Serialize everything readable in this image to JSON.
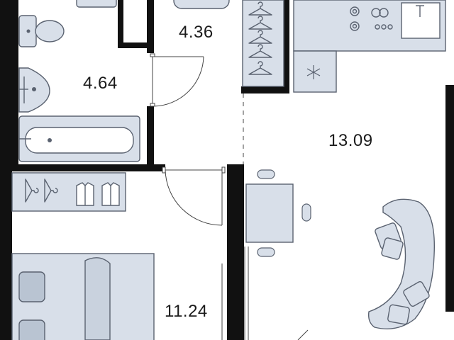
{
  "rooms": {
    "hallway": {
      "area": "4.36"
    },
    "bathroom": {
      "area": "4.64"
    },
    "kitchen_living": {
      "area": "13.09"
    },
    "bedroom": {
      "area": "11.24"
    }
  },
  "colors": {
    "wall": "#111111",
    "furniture_fill": "#d8dfe9",
    "furniture_stroke": "#5a6270",
    "door_line": "#444444",
    "text": "#1b1b1b"
  },
  "icons": {
    "fridge": "snowflake-icon",
    "hanger": "hanger-icon",
    "shirt": "shirt-icon"
  }
}
